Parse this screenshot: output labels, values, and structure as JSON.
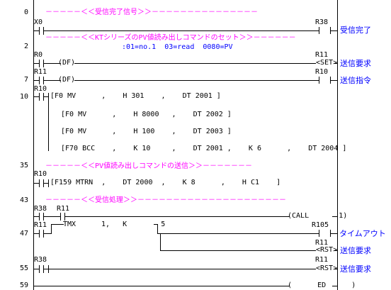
{
  "step_numbers": [
    "0",
    "2",
    "7",
    "10",
    "35",
    "43",
    "47",
    "55",
    "59"
  ],
  "comments": {
    "c1": "－－－－－＜＜受信完了信号＞＞－－－－－－－－－－－－－－－",
    "c2": "－－－－－＜＜KTシリーズのPV値読み出しコマンドのセット＞＞－－－－－－",
    "c2_sub": ":01=no.1  03=read  0080=PV",
    "c3": "－－－－－＜＜PV値読み出しコマンドの送信＞＞－－－－－－－",
    "c4": "－－－－－＜＜受信処理＞＞－－－－－－－－－－－－－－－－－－－－－"
  },
  "contacts": {
    "x0": "X0",
    "r0": "R0",
    "r11_a": "R11",
    "r10_a": "R10",
    "r10_b": "R10",
    "r38_a": "R38",
    "r11_b": "R11",
    "r11_c": "R11",
    "r38_b": "R38"
  },
  "coils": {
    "r38": "R38",
    "r11_set": "R11",
    "r10": "R10",
    "r105": "R105",
    "r11_rst1": "R11",
    "r11_rst2": "R11"
  },
  "coil_symbols": {
    "out": "[   ]",
    "set": "<SET>",
    "rst": "<RST>"
  },
  "outputs": {
    "juushin_kanryou": "受信完了",
    "soushin_youkyuu_1": "送信要求",
    "soushin_shirei": "送信指令",
    "time_out": "タイムアウト",
    "soushin_youkyuu_2": "送信要求",
    "soushin_youkyuu_3": "送信要求"
  },
  "instructions": {
    "df1": "(DF)",
    "df2": "(DF)",
    "f0_1": "[F0 MV      ,    H 301    ,    DT 2001 ]",
    "f0_2": "[F0 MV      ,    H 8000   ,    DT 2002 ]",
    "f0_3": "[F0 MV      ,    H 100    ,    DT 2003 ]",
    "f70": "[F70 BCC    ,    K 10     ,    DT 2001 ,    K 6      ,    DT 2004 ]",
    "f159": "[F159 MTRN  ,    DT 2000  ,    K 8      ,    H C1    ]",
    "call": "(CALL       1)",
    "tmx_name": "TMX",
    "tmx_args": "1,   K        5",
    "ed": "(      ED      )"
  }
}
